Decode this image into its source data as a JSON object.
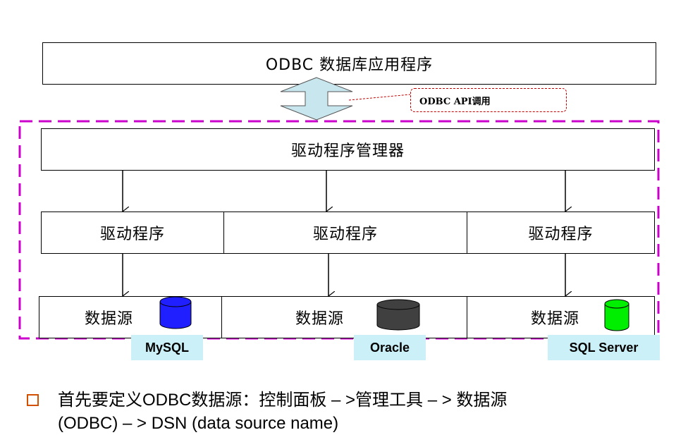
{
  "app_title": "ODBC 数据库应用程序",
  "api_call": "ODBC API调用",
  "driver_manager": "驱动程序管理器",
  "drivers": [
    "驱动程序",
    "驱动程序",
    "驱动程序"
  ],
  "datasources": [
    {
      "label": "数据源",
      "db_name": "MySQL",
      "db_color": "#1f1fff"
    },
    {
      "label": "数据源",
      "db_name": "Oracle",
      "db_color": "#404040"
    },
    {
      "label": "数据源",
      "db_name": "SQL Server",
      "db_color": "#00ee00"
    }
  ],
  "note": {
    "line1": "首先要定义ODBC数据源：控制面板 – >管理工具 – > 数据源",
    "line2": "(ODBC) – > DSN (data source name)"
  },
  "colors": {
    "boundary": "#cc00cc",
    "arrow_fill": "#c8e6ee",
    "label_bg": "#ccf0f8",
    "callout_border": "#c00000"
  }
}
